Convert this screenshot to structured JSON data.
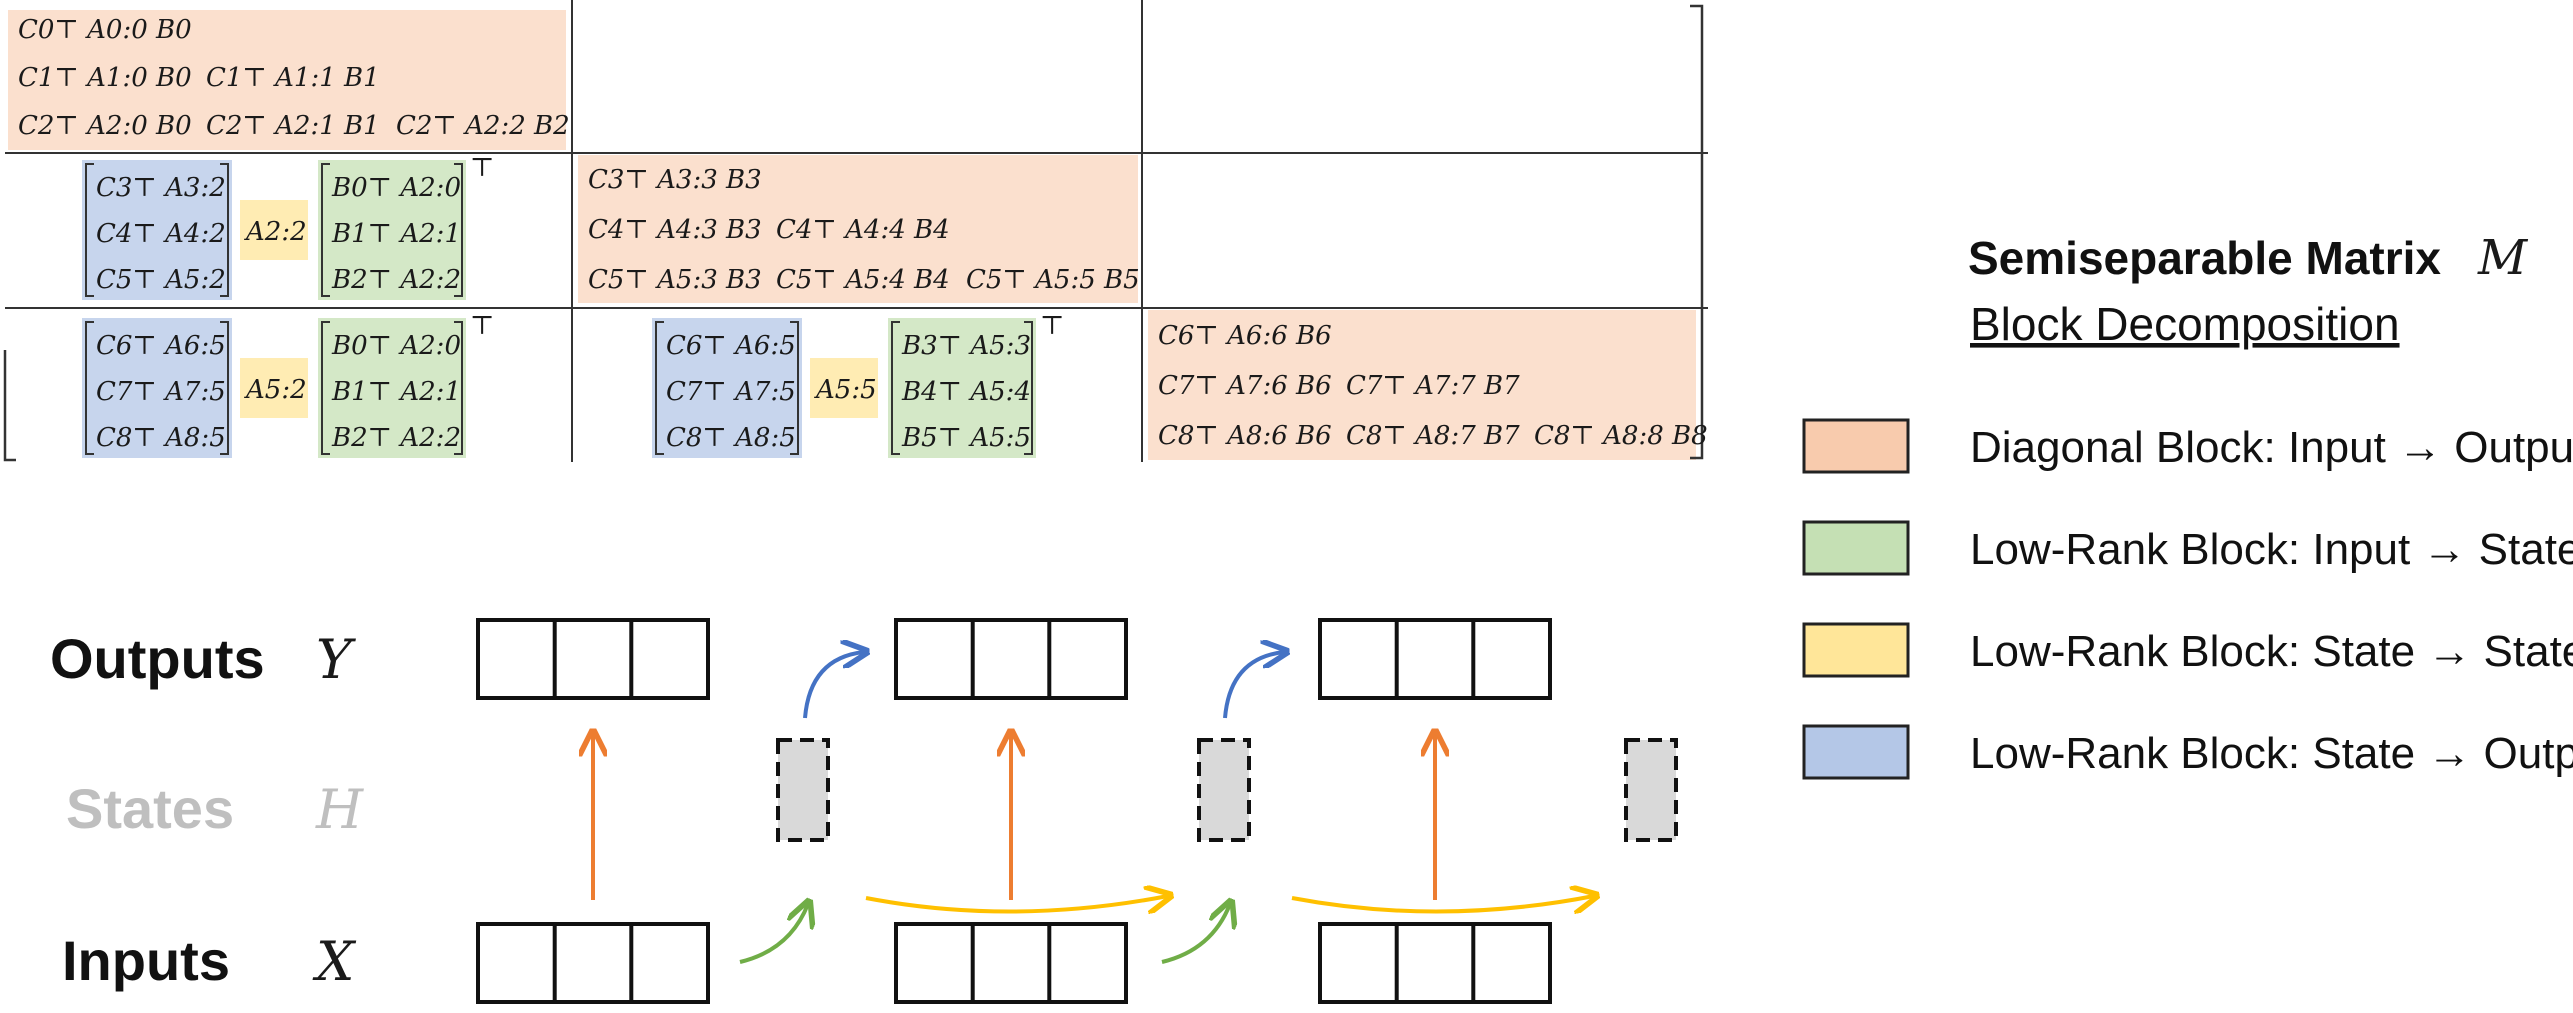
{
  "legend": {
    "title": "Semiseparable Matrix",
    "title_symbol": "M",
    "subtitle": "Block Decomposition",
    "items": [
      {
        "label": "Diagonal Block: Input → Output",
        "color": "#F8CBAD"
      },
      {
        "label": "Low-Rank Block: Input → State",
        "color": "#C5E0B4"
      },
      {
        "label": "Low-Rank Block: State → State",
        "color": "#FFE699"
      },
      {
        "label": "Low-Rank Block: State → Output",
        "color": "#B4C7E7"
      }
    ]
  },
  "rows": {
    "outputs_label": "Outputs",
    "outputs_symbol": "Y",
    "states_label": "States",
    "states_symbol": "H",
    "inputs_label": "Inputs",
    "inputs_symbol": "X"
  },
  "matrix": {
    "diag_blocks": [
      {
        "terms": [
          [
            "C0⊤ A0:0 B0"
          ],
          [
            "C1⊤ A1:0 B0",
            "C1⊤ A1:1 B1"
          ],
          [
            "C2⊤ A2:0 B0",
            "C2⊤ A2:1 B1",
            "C2⊤ A2:2 B2"
          ]
        ]
      },
      {
        "terms": [
          [
            "C3⊤ A3:3 B3"
          ],
          [
            "C4⊤ A4:3 B3",
            "C4⊤ A4:4 B4"
          ],
          [
            "C5⊤ A5:3 B3",
            "C5⊤ A5:4 B4",
            "C5⊤ A5:5 B5"
          ]
        ]
      },
      {
        "terms": [
          [
            "C6⊤ A6:6 B6"
          ],
          [
            "C7⊤ A7:6 B6",
            "C7⊤ A7:7 B7"
          ],
          [
            "C8⊤ A8:6 B6",
            "C8⊤ A8:7 B7",
            "C8⊤ A8:8 B8"
          ]
        ]
      }
    ],
    "offdiag_blocks": [
      {
        "c_terms": [
          "C3⊤ A3:2",
          "C4⊤ A4:2",
          "C5⊤ A5:2"
        ],
        "a_term": "A2:2",
        "b_terms": [
          "B0⊤ A2:0",
          "B1⊤ A2:1",
          "B2⊤ A2:2"
        ],
        "transpose": "⊤"
      },
      {
        "c_terms": [
          "C6⊤ A6:5",
          "C7⊤ A7:5",
          "C8⊤ A8:5"
        ],
        "a_term": "A5:2",
        "b_terms": [
          "B0⊤ A2:0",
          "B1⊤ A2:1",
          "B2⊤ A2:2"
        ],
        "transpose": "⊤"
      },
      {
        "c_terms": [
          "C6⊤ A6:5",
          "C7⊤ A7:5",
          "C8⊤ A8:5"
        ],
        "a_term": "A5:5",
        "b_terms": [
          "B3⊤ A5:3",
          "B4⊤ A5:4",
          "B5⊤ A5:5"
        ],
        "transpose": "⊤"
      }
    ]
  },
  "colors": {
    "diagonal": "#F8CBAD",
    "input_state": "#C5E0B4",
    "state_state": "#FFE699",
    "state_output": "#B4C7E7",
    "arrow_orange": "#ED7D31",
    "arrow_yellow": "#FFC000",
    "arrow_green": "#70AD47",
    "arrow_blue": "#4472C4",
    "state_fill": "#D9D9D9",
    "states_text": "#BFBFBF"
  }
}
